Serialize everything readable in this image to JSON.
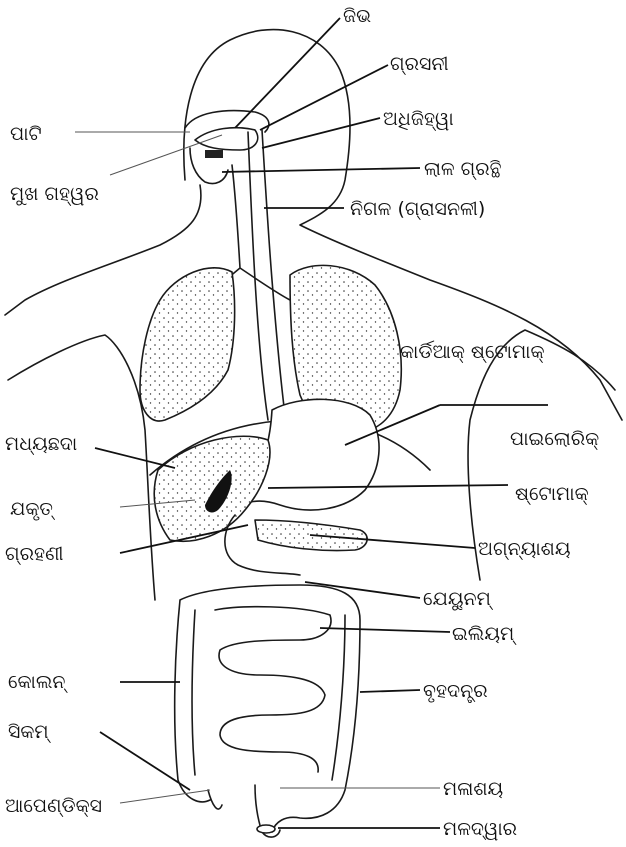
{
  "labels": {
    "tongue": "ଜିଭ",
    "pharynx": "ଗ୍ରସନୀ",
    "palate": "ପାଟି",
    "epiglottis": "ଅଧିଜିହ୍ୱା",
    "mouth_cavity": "ମୁଖ ଗହ୍ୱର",
    "salivary_gland": "ଲାଳ ଗ୍ରନ୍ଥି",
    "esophagus": "ନିଗଳ (ଗ୍ରାସନଳୀ)",
    "cardiac_stomach": "କାର୍ଡିଆକ୍ ଷ୍ଟୋମାକ୍",
    "diaphragm": "ମଧ୍ୟଛଦା",
    "pyloric_stomach_1": "ପାଇଲୋରିକ୍",
    "pyloric_stomach_2": "ଷ୍ଟୋମାକ୍",
    "liver": "ଯକୃତ୍",
    "duodenum": "ଗ୍ରହଣୀ",
    "pancreas": "ଅଗ୍ନ୍ୟାଶୟ",
    "jejunum": "ଯେୟୁନମ୍",
    "ileum": "ଇଲିୟମ୍",
    "colon": "କୋଲନ୍",
    "large_intestine": "ବୃହଦନ୍ତ୍ର",
    "caecum": "ସିକମ୍",
    "appendix": "ଆପେଣ୍ଡିକ୍ସ",
    "rectum": "ମଳାଶୟ",
    "anus": "ମଳଦ୍ୱାର"
  }
}
